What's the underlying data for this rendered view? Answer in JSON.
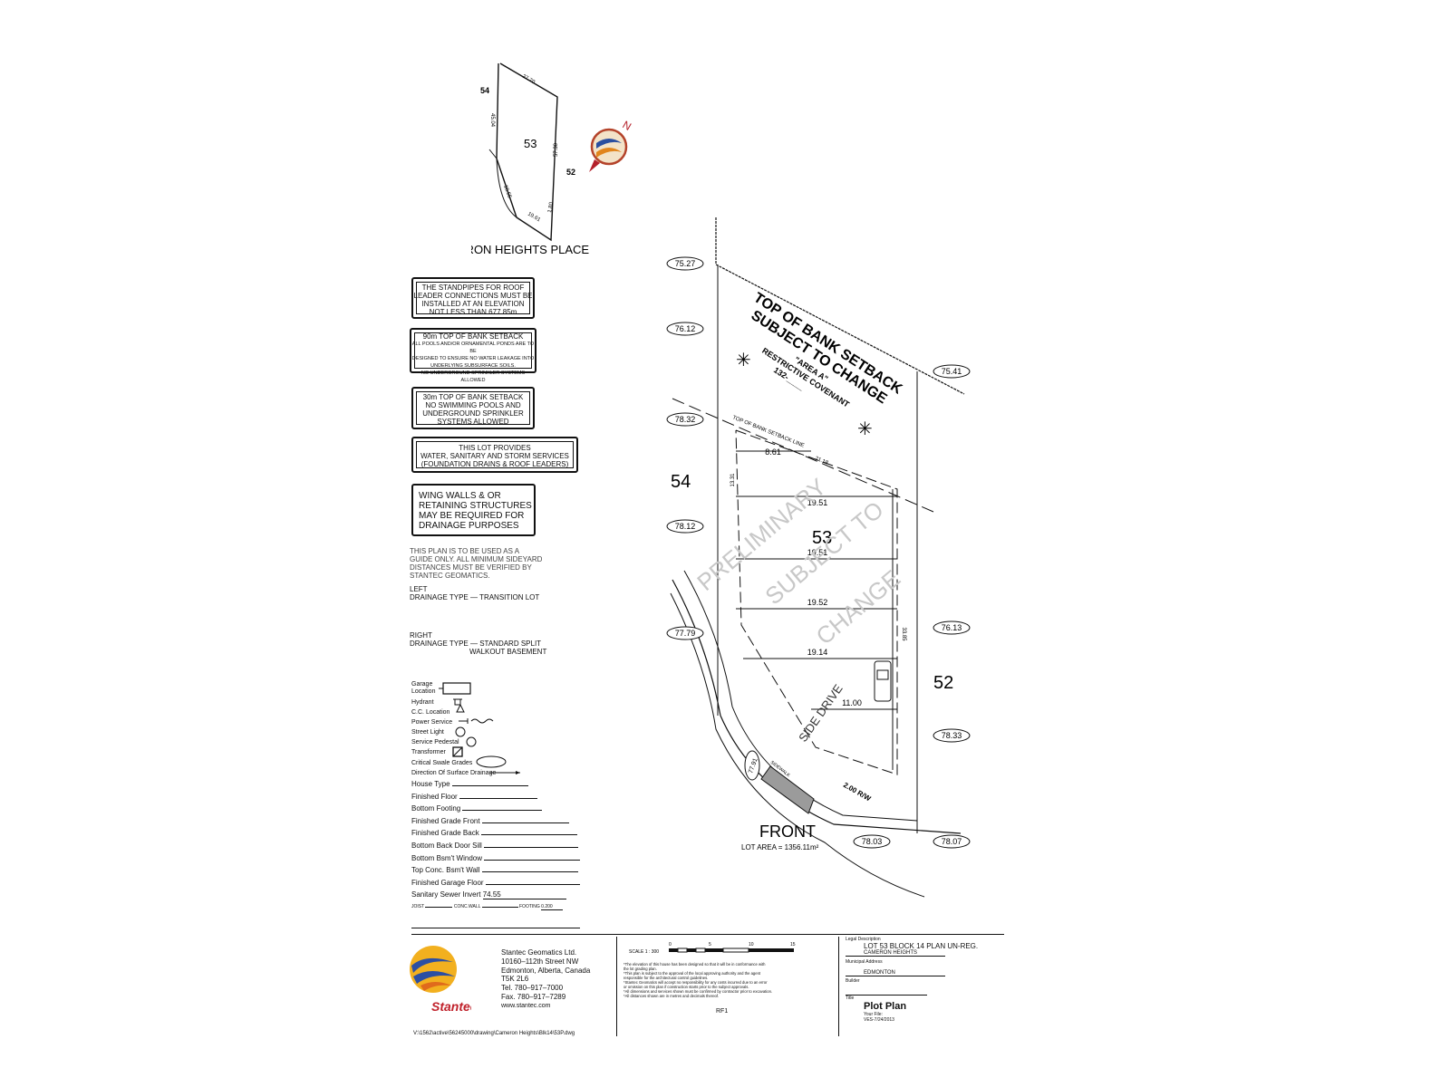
{
  "key_plan": {
    "lots": [
      "54",
      "53",
      "52"
    ],
    "dims": [
      "27.70",
      "45.04",
      "57.30",
      "16.55",
      "19.61",
      "1.80"
    ],
    "street": "CAMERON HEIGHTS PLACE",
    "north": "N"
  },
  "notes": {
    "standpipes": [
      "THE STANDPIPES FOR ROOF",
      "LEADER CONNECTIONS MUST BE",
      "INSTALLED AT AN ELEVATION",
      "NOT LESS THAN  677.85m"
    ],
    "setback90_title": "90m  TOP OF BANK SETBACK",
    "setback90_body": [
      "ALL POOLS AND/OR ORNAMENTAL PONDS ARE TO BE",
      "DESIGNED TO ENSURE NO WATER LEAKAGE INTO",
      "UNDERLYING SUBSURFACE SOILS.",
      "NO UNDERGROUND SPRINKLER SYSTEMS ALLOWED"
    ],
    "setback30": [
      "30m  TOP OF BANK SETBACK",
      "NO SWIMMING POOLS AND",
      "UNDERGROUND SPRINKLER",
      "SYSTEMS ALLOWED"
    ],
    "services": [
      "THIS LOT PROVIDES",
      "WATER, SANITARY AND STORM SERVICES",
      "(FOUNDATION DRAINS & ROOF LEADERS)"
    ],
    "wingwalls": [
      "WING  WALLS  &  OR",
      "RETAINING  STRUCTURES",
      "MAY  BE  REQUIRED  FOR",
      "DRAINAGE  PURPOSES"
    ],
    "guide": [
      "THIS  PLAN  IS  TO  BE  USED  AS  A",
      "GUIDE  ONLY.  ALL  MINIMUM  SIDEYARD",
      "DISTANCES  MUST  BE  VERIFIED  BY",
      "STANTEC  GEOMATICS."
    ],
    "left_drainage": [
      "LEFT",
      "DRAINAGE  TYPE  —  TRANSITION  LOT"
    ],
    "right_drainage": [
      "RIGHT",
      "DRAINAGE  TYPE  —  STANDARD  SPLIT",
      "WALKOUT  BASEMENT"
    ]
  },
  "legend": {
    "items": [
      "Garage Location",
      "Hydrant",
      "C.C. Location",
      "Power Service",
      "Street Light",
      "Service Pedestal",
      "Transformer",
      "Critical Swale Grades",
      "Direction Of Surface Drainage"
    ]
  },
  "fields": [
    {
      "label": "House  Type",
      "value": ""
    },
    {
      "label": "Finished  Floor",
      "value": ""
    },
    {
      "label": "Bottom  Footing",
      "value": ""
    },
    {
      "label": "Finished  Grade  Front",
      "value": ""
    },
    {
      "label": "Finished  Grade  Back",
      "value": ""
    },
    {
      "label": "Bottom  Back Door  Sill",
      "value": ""
    },
    {
      "label": "Bottom  Bsm't  Window",
      "value": ""
    },
    {
      "label": "Top  Conc.  Bsm't  Wall",
      "value": ""
    },
    {
      "label": "Finished  Garage  Floor",
      "value": ""
    },
    {
      "label": "Sanitary  Sewer  Invert",
      "value": "74.55"
    }
  ],
  "footing_row": {
    "joist": "JOIST",
    "conc_wall": "CONC.WALL",
    "footing": "FOOTING",
    "footing_value": "0.200"
  },
  "plan": {
    "elevations": [
      "75.27",
      "76.12",
      "78.32",
      "78.12",
      "77.79",
      "75.41",
      "76.13",
      "78.33",
      "78.07",
      "78.03",
      "77.91"
    ],
    "lot_number": "53",
    "left_lot": "54",
    "right_lot": "52",
    "dims": [
      "8.61",
      "19.51",
      "19.51",
      "19.52",
      "19.14",
      "11.00",
      "13.31",
      "21.18",
      "33.85"
    ],
    "bank_text": [
      "TOP OF BANK SETBACK",
      "SUBJECT TO CHANGE",
      "\"AREA A\"",
      "RESTRICTIVE COVENANT",
      "132-____"
    ],
    "bank_line": "TOP OF BANK SETBACK LINE",
    "watermark": [
      "PRELIMINARY",
      "SUBJECT TO",
      "CHANGE"
    ],
    "side_drive": "SIDE DRIVE",
    "row": "2.00 R/W",
    "sidewalk": "SIDEWALK",
    "front": "FRONT",
    "lot_area": "LOT AREA =   1356.11m²"
  },
  "title_block": {
    "company": [
      "Stantec Geomatics Ltd.",
      "10160–112th Street NW",
      "Edmonton, Alberta, Canada",
      "T5K 2L6",
      "Tel.   780–917–7000",
      "Fax.   780–917–7289",
      "www.stantec.com"
    ],
    "brand": "Stantec",
    "scale_label": "SCALE 1 : 300",
    "scale_ticks": [
      "0",
      "5",
      "10",
      "15"
    ],
    "disclaimers": [
      "*The elevation of this house has been designed so that it will be in conformance with",
      "the lot grading plan.",
      "*This plan is subject to the approval of the local approving authority and the agent",
      "responsible for the architectural control guidelines.",
      "*Stantec Geomatics will accept no responsibility for any costs incurred due to an error",
      "or omission on this plan if construction starts prior to the subject approvals.",
      "*All dimensions and services shown must be confirmed by contractor prior to excavation.",
      "*All distances shown are in metres and decimals thereof."
    ],
    "rf": "RF1",
    "legal_label": "Legal Description",
    "legal": "LOT  53  BLOCK  14  PLAN  UN-REG.",
    "legal2": "CAMERON  HEIGHTS",
    "municipal_label": "Municipal Address",
    "municipal": "EDMONTON",
    "builder_label": "Builder",
    "title_label": "Title",
    "title": "Plot Plan",
    "your_file": "Your File:",
    "date": "VES-7/24/2013",
    "file_path": "V:\\1562\\active\\56245000\\drawing\\Cameron Heights\\Blk14\\53P.dwg"
  }
}
